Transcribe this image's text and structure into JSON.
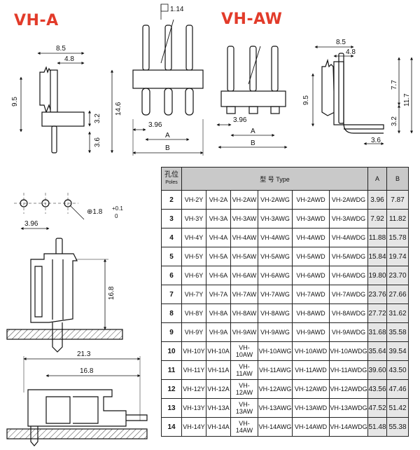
{
  "titles": {
    "left": "VH-A",
    "right": "VH-AW"
  },
  "dims": {
    "vha_top": "8.5",
    "vha_inner": "4.8",
    "vha_height": "9.5",
    "vha_h1": "3.2",
    "vha_h2": "3.6",
    "front_h": "14.6",
    "pitch_box": "1.14",
    "pitch": "3.96",
    "A": "A",
    "B": "B",
    "aw_pitch": "3.96",
    "aw_A": "A",
    "aw_B": "B",
    "vhaw_top": "8.5",
    "vhaw_inner": "4.8",
    "vhaw_h": "9.5",
    "vhaw_7_7": "7.7",
    "vhaw_11_7": "11.7",
    "vhaw_3_2": "3.2",
    "vhaw_3_6": "3.6",
    "hole_pitch": "3.96",
    "hole_dia": "1.8",
    "hole_tol_plus": "+0.1",
    "hole_tol_zero": "0",
    "side_h": "16.8",
    "aw_len": "21.3",
    "aw_len2": "16.8"
  },
  "table": {
    "headers": {
      "poles_cn": "孔位",
      "poles_en": "Poles",
      "type": "型 号  Type",
      "a": "A",
      "b": "B"
    },
    "rows": [
      [
        "2",
        "VH-2Y",
        "VH-2A",
        "VH-2AW",
        "VH-2AWG",
        "VH-2AWD",
        "VH-2AWDG",
        "3.96",
        "7.87"
      ],
      [
        "3",
        "VH-3Y",
        "VH-3A",
        "VH-3AW",
        "VH-3AWG",
        "VH-3AWD",
        "VH-3AWDG",
        "7.92",
        "11.82"
      ],
      [
        "4",
        "VH-4Y",
        "VH-4A",
        "VH-4AW",
        "VH-4AWG",
        "VH-4AWD",
        "VH-4AWDG",
        "11.88",
        "15.78"
      ],
      [
        "5",
        "VH-5Y",
        "VH-5A",
        "VH-5AW",
        "VH-5AWG",
        "VH-5AWD",
        "VH-5AWDG",
        "15.84",
        "19.74"
      ],
      [
        "6",
        "VH-6Y",
        "VH-6A",
        "VH-6AW",
        "VH-6AWG",
        "VH-6AWD",
        "VH-6AWDG",
        "19.80",
        "23.70"
      ],
      [
        "7",
        "VH-7Y",
        "VH-7A",
        "VH-7AW",
        "VH-7AWG",
        "VH-7AWD",
        "VH-7AWDG",
        "23.76",
        "27.66"
      ],
      [
        "8",
        "VH-8Y",
        "VH-8A",
        "VH-8AW",
        "VH-8AWG",
        "VH-8AWD",
        "VH-8AWDG",
        "27.72",
        "31.62"
      ],
      [
        "9",
        "VH-9Y",
        "VH-9A",
        "VH-9AW",
        "VH-9AWG",
        "VH-9AWD",
        "VH-9AWDG",
        "31.68",
        "35.58"
      ],
      [
        "10",
        "VH-10Y",
        "VH-10A",
        "VH-10AW",
        "VH-10AWG",
        "VH-10AWD",
        "VH-10AWDG",
        "35.64",
        "39.54"
      ],
      [
        "11",
        "VH-11Y",
        "VH-11A",
        "VH-11AW",
        "VH-11AWG",
        "VH-11AWD",
        "VH-11AWDG",
        "39.60",
        "43.50"
      ],
      [
        "12",
        "VH-12Y",
        "VH-12A",
        "VH-12AW",
        "VH-12AWG",
        "VH-12AWD",
        "VH-12AWDG",
        "43.56",
        "47.46"
      ],
      [
        "13",
        "VH-13Y",
        "VH-13A",
        "VH-13AW",
        "VH-13AWG",
        "VH-13AWD",
        "VH-13AWDG",
        "47.52",
        "51.42"
      ],
      [
        "14",
        "VH-14Y",
        "VH-14A",
        "VH-14AW",
        "VH-14AWG",
        "VH-14AWD",
        "VH-14AWDG",
        "51.48",
        "55.38"
      ]
    ]
  }
}
